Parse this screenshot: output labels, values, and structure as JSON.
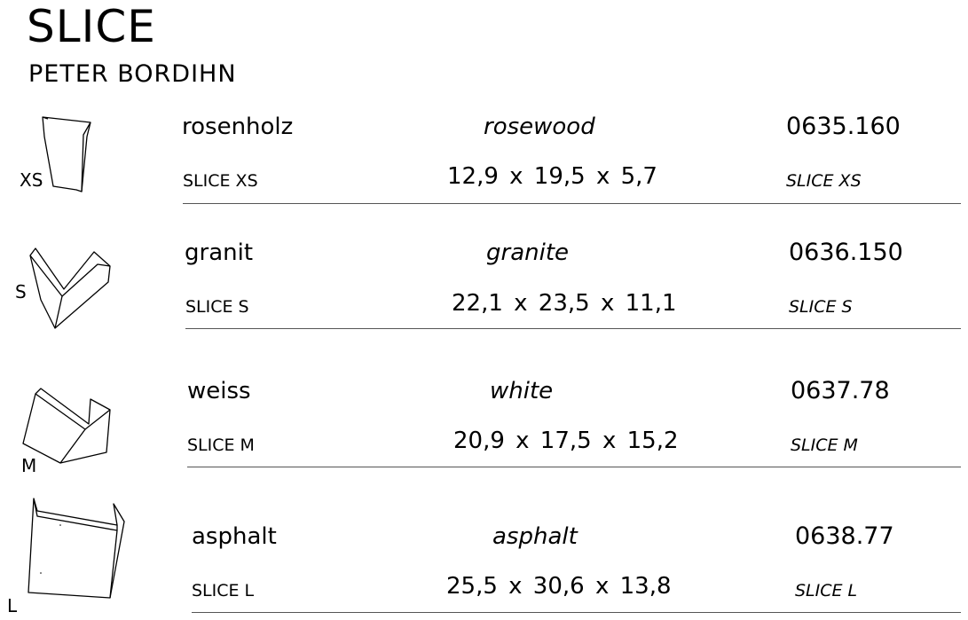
{
  "header": {
    "title": "SLICE",
    "designer": "PETER BORDIHN"
  },
  "products": [
    {
      "size": "XS",
      "material_de": "rosenholz",
      "material_en": "rosewood",
      "article": "0635.160",
      "name": "SLICE XS",
      "dimensions": "12,9 x 19,5 x 5,7",
      "name_italic": "SLICE XS"
    },
    {
      "size": "S",
      "material_de": "granit",
      "material_en": "granite",
      "article": "0636.150",
      "name": "SLICE S",
      "dimensions": "22,1 x 23,5 x 11,1",
      "name_italic": "SLICE S"
    },
    {
      "size": "M",
      "material_de": "weiss",
      "material_en": "white",
      "article": "0637.78",
      "name": "SLICE M",
      "dimensions": "20,9 x 17,5 x 15,2",
      "name_italic": "SLICE M"
    },
    {
      "size": "L",
      "material_de": "asphalt",
      "material_en": "asphalt",
      "article": "0638.77",
      "name": "SLICE L",
      "dimensions": "25,5 x 30,6 x 13,8",
      "name_italic": "SLICE L"
    }
  ]
}
